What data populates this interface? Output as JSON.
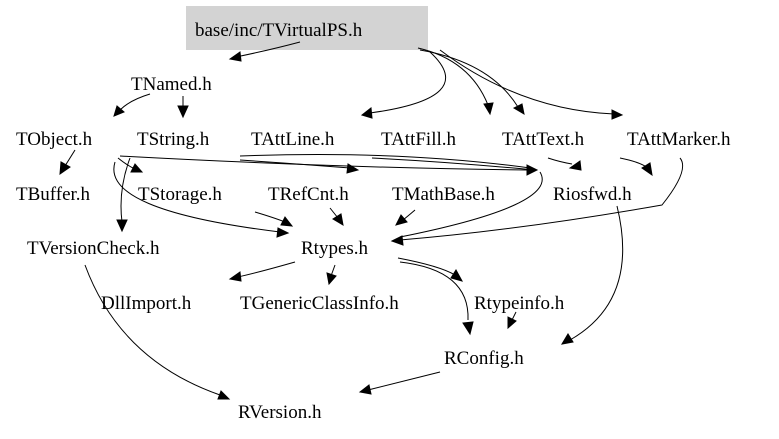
{
  "graph": {
    "colors": {
      "root_fill": "#d3d3d3",
      "edge": "#000000",
      "text": "#000000"
    },
    "nodes": {
      "root": "base/inc/TVirtualPS.h",
      "tnamed": "TNamed.h",
      "tobject": "TObject.h",
      "tstring": "TString.h",
      "tattline": "TAttLine.h",
      "tattfill": "TAttFill.h",
      "tatttext": "TAttText.h",
      "tattmarker": "TAttMarker.h",
      "tbuffer": "TBuffer.h",
      "tstorage": "TStorage.h",
      "trefcnt": "TRefCnt.h",
      "tmathbase": "TMathBase.h",
      "riosfwd": "Riosfwd.h",
      "tversioncheck": "TVersionCheck.h",
      "rtypes": "Rtypes.h",
      "dllimport": "DllImport.h",
      "tgenericclassinfo": "TGenericClassInfo.h",
      "rtypeinfo": "Rtypeinfo.h",
      "rconfig": "RConfig.h",
      "rversion": "RVersion.h"
    }
  }
}
